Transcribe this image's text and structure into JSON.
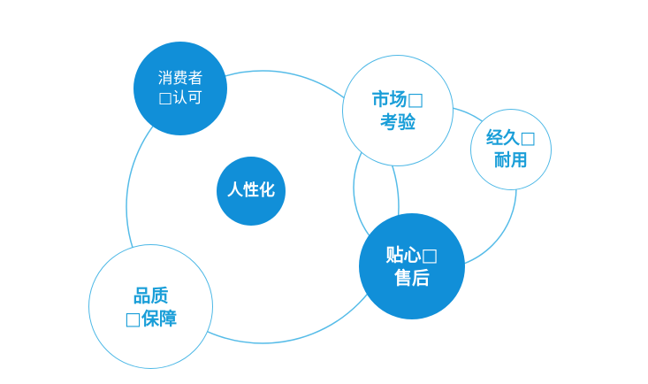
{
  "nodes": {
    "consumer": {
      "line1": "消费者",
      "line2": "□认可"
    },
    "human": {
      "line1": "人性化"
    },
    "market": {
      "line1": "市场□",
      "line2": "考验"
    },
    "durable": {
      "line1": "经久□",
      "line2": "耐用"
    },
    "service": {
      "line1": "贴心□",
      "line2": "售后"
    },
    "quality": {
      "line1": "品质",
      "line2": "□保障"
    }
  },
  "colors": {
    "filled": "#118fd8",
    "outline_stroke": "#4db8e6",
    "outline_text": "#1a9ed8",
    "ring_stroke": "#56bce8"
  }
}
